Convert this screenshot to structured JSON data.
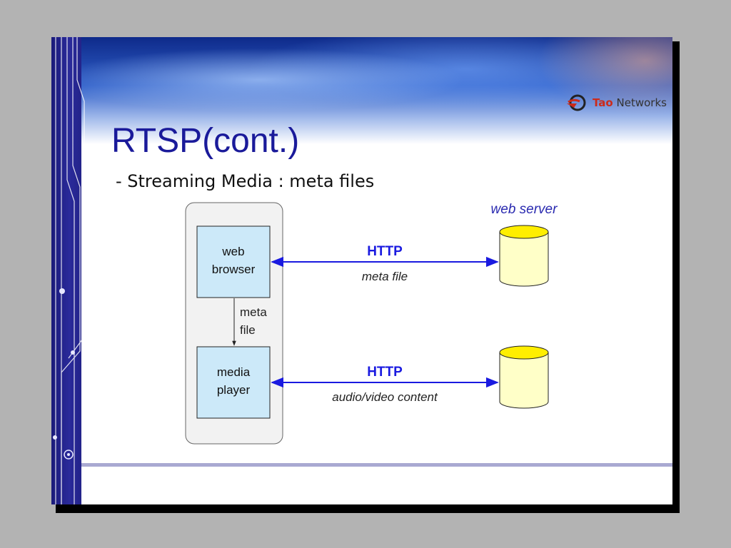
{
  "slide": {
    "logo": {
      "brand_red": "Tao",
      "brand_rest": "Networks"
    },
    "title": "RTSP(cont.)",
    "subtitle": "- Streaming Media : meta files"
  },
  "diagram": {
    "web_browser": [
      "web",
      "browser"
    ],
    "media_player": [
      "media",
      "player"
    ],
    "meta_file": [
      "meta",
      "file"
    ],
    "web_server_label": "web server",
    "link_top": {
      "protocol": "HTTP",
      "caption": "meta file"
    },
    "link_bottom": {
      "protocol": "HTTP",
      "caption": "audio/video content"
    }
  },
  "colors": {
    "title": "#1a1a9a",
    "arrow": "#1a1ae0",
    "box_fill": "#cce9f9",
    "cylinder_fill": "#ffffc8",
    "cylinder_top": "#ffee00",
    "panel_fill": "#f2f2f2"
  }
}
